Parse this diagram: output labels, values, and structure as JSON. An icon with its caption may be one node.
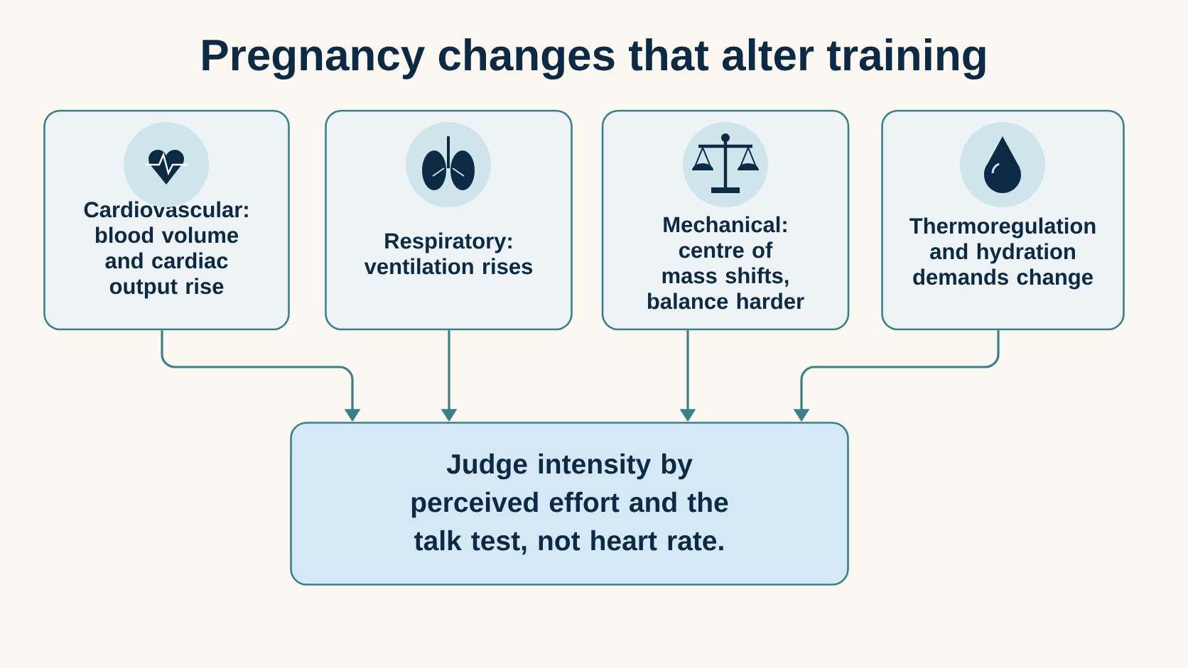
{
  "diagram": {
    "title": "Pregnancy changes that alter training",
    "nodes": [
      {
        "text": [
          "Cardiovascular: blood volume and cardiac output rise"
        ]
      },
      {
        "text": [
          "Respiratory: ventilation rises"
        ]
      },
      {
        "text": [
          "Mechanical: centre of mass shifts, balance harder"
        ]
      },
      {
        "text": [
          "Thermoregulation and hydration demands change"
        ]
      },
      {
        "text": [
          "Judge intensity by perceived effort and the talk test, not heart rate."
        ]
      }
    ],
    "edges": [
      {
        "from": 0,
        "to": 4,
        "arrow": "to"
      },
      {
        "from": 1,
        "to": 4,
        "arrow": "to"
      },
      {
        "from": 2,
        "to": 4,
        "arrow": "to"
      },
      {
        "from": 3,
        "to": 4,
        "arrow": "to"
      }
    ]
  }
}
